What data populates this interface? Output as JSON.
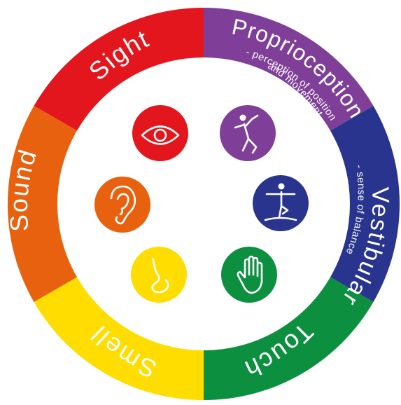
{
  "senses": [
    {
      "key": "sight",
      "label": "Sight",
      "sublabel": [],
      "color": "#e3161d",
      "icon": "eye-icon"
    },
    {
      "key": "proprioception",
      "label": "Proprioception",
      "sublabel": [
        "- perception of position",
        "and movement"
      ],
      "color": "#7f3f98",
      "icon": "dancing-person-icon"
    },
    {
      "key": "vestibular",
      "label": "Vestibular",
      "sublabel": [
        "- sense of balance"
      ],
      "color": "#29348f",
      "icon": "balancing-person-icon"
    },
    {
      "key": "touch",
      "label": "Touch",
      "sublabel": [],
      "color": "#0c9040",
      "icon": "hand-icon"
    },
    {
      "key": "smell",
      "label": "Smell",
      "sublabel": [],
      "color": "#ffdd00",
      "icon": "nose-icon"
    },
    {
      "key": "sound",
      "label": "Sound",
      "sublabel": [],
      "color": "#e8610e",
      "icon": "ear-icon"
    }
  ]
}
